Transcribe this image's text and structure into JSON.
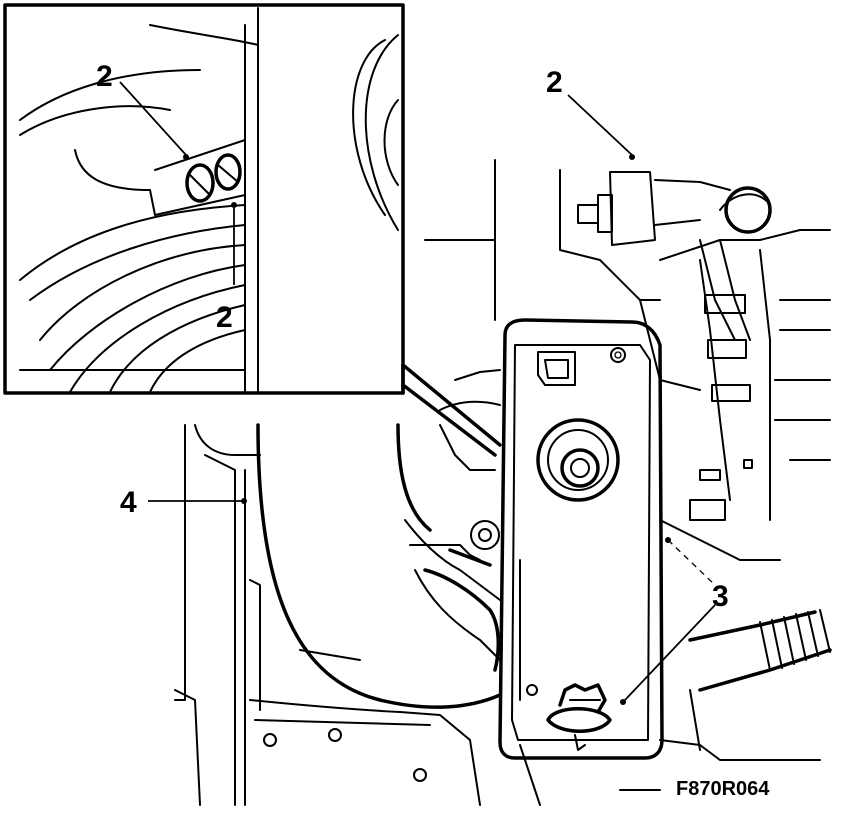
{
  "callouts": {
    "inset_top": "2",
    "inset_bottom": "2",
    "main_top": "2",
    "left": "4",
    "right": "3"
  },
  "figure_id": "F870R064"
}
